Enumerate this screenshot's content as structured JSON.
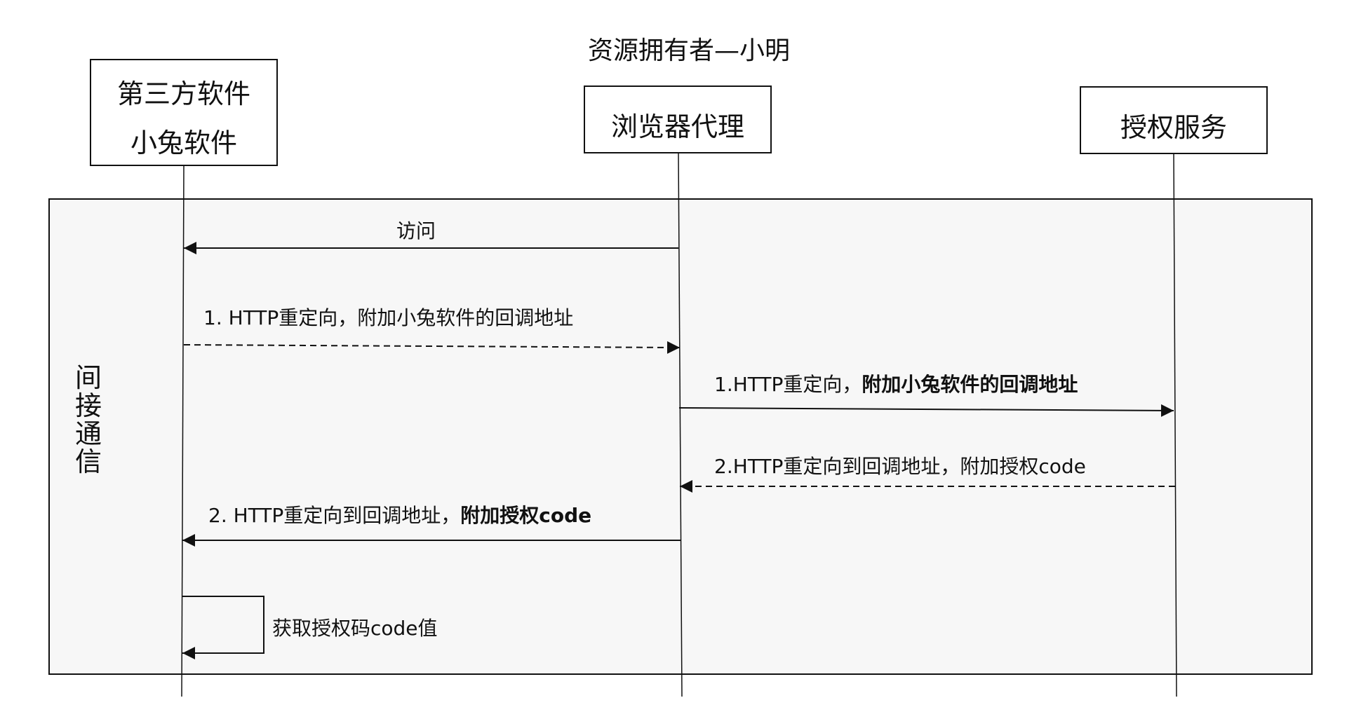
{
  "title": "资源拥有者—小明",
  "frame": {
    "label_chars": [
      "间",
      "接",
      "通",
      "信"
    ]
  },
  "actors": {
    "client": {
      "line1": "第三方软件",
      "line2": "小兔软件"
    },
    "browser": {
      "label": "浏览器代理"
    },
    "auth": {
      "label": "授权服务"
    }
  },
  "messages": {
    "visit": {
      "text": "访问"
    },
    "redirect_to_browser": {
      "text": "1.  HTTP重定向，附加小兔软件的回调地址"
    },
    "redirect_to_auth": {
      "prefix": "1.HTTP重定向，",
      "bold": "附加小兔软件的回调地址"
    },
    "auth_to_browser": {
      "text": "2.HTTP重定向到回调地址，附加授权code"
    },
    "browser_to_client": {
      "prefix": "2.  HTTP重定向到回调地址，",
      "bold": "附加授权code"
    },
    "self_call": {
      "text": "获取授权码code值"
    }
  },
  "colors": {
    "line": "#111111",
    "frame_fill": "#f7f7f7"
  }
}
